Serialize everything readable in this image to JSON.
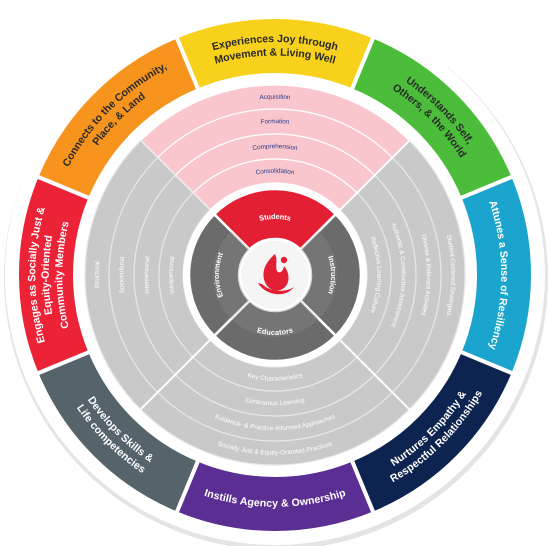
{
  "outer_segments": [
    {
      "id": "joy",
      "lines": [
        "Experiences Joy through",
        "Movement & Living Well"
      ],
      "color": "#f7d11b",
      "text_color": "#2a2a2a"
    },
    {
      "id": "self",
      "lines": [
        "Understands Self,",
        "Others, & the World"
      ],
      "color": "#4bbd3a",
      "text_color": "#2a2a2a"
    },
    {
      "id": "resiliency",
      "lines": [
        "Attunes a Sense of Resiliency"
      ],
      "color": "#1ba5ce",
      "text_color": "#ffffff"
    },
    {
      "id": "empathy",
      "lines": [
        "Nurtures Empathy &",
        "Respectful Relationships"
      ],
      "color": "#0d2350",
      "text_color": "#ffffff"
    },
    {
      "id": "agency",
      "lines": [
        "Instills Agency & Ownership"
      ],
      "color": "#5a2e92",
      "text_color": "#ffffff"
    },
    {
      "id": "skills",
      "lines": [
        "Develops Skills &",
        "Life competencies"
      ],
      "color": "#56636b",
      "text_color": "#ffffff"
    },
    {
      "id": "equity",
      "lines": [
        "Engages as Socially Just &",
        "Equity-Oriented",
        "Community Members"
      ],
      "color": "#ec2237",
      "text_color": "#ffffff"
    },
    {
      "id": "community",
      "lines": [
        "Connects to the Community,",
        "Place, & Land"
      ],
      "color": "#f7941d",
      "text_color": "#2a2a2a"
    }
  ],
  "students_rings": [
    "Acquisition",
    "Formation",
    "Comprehension",
    "Consolidation"
  ],
  "instruction_rings": [
    "Student-Centered Strategies",
    "Diverse & Relevant Activities",
    "Authentic & Constructive Assessment",
    "Reflective Learning Culture"
  ],
  "educators_rings": [
    "Socially Just & Equity-Oriented Practices",
    "Evidence- & Practice-Informed Approaches",
    "Continuous Learning",
    "Key Characteristics"
  ],
  "environment_rings": [
    "Structural",
    "Sociocultural",
    "Interpersonal",
    "Intrapersonal"
  ],
  "hub": {
    "students": "Students",
    "instruction": "Instruction",
    "educators": "Educators",
    "environment": "Environment"
  },
  "colors": {
    "outer_ring_border": "#ffffff",
    "students_band": "#f8c6cc",
    "grey_band": "#c9c9c9",
    "hub_students": "#e31f34",
    "hub_other": "#6b6b6b",
    "center": "#f5f5f5",
    "logo": "#e31f34",
    "pink_text": "#2b3a8a",
    "grey_text": "#ffffff"
  },
  "logo_icon": "flame-figure-icon"
}
